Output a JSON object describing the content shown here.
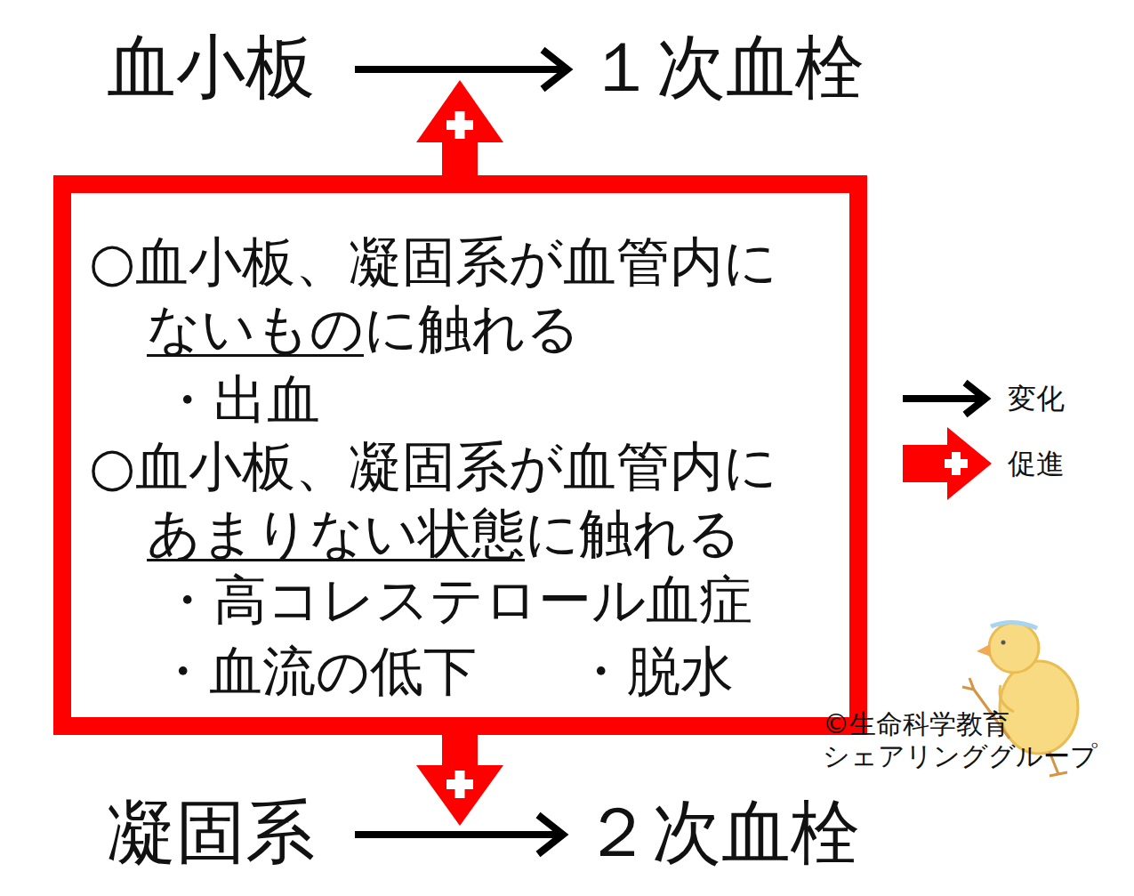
{
  "diagram": {
    "nodes": [
      {
        "text": [
          "血小板"
        ]
      },
      {
        "text": [
          "１次血栓"
        ]
      },
      {
        "text": [
          "○血小板、凝固系が血管内に",
          "ないもの",
          "に触れる",
          "・出血",
          "○血小板、凝固系が血管内に",
          "あまりない状態",
          "に触れる",
          "・高コレステロール血症",
          "・血流の低下",
          "・脱水"
        ]
      },
      {
        "text": [
          "凝固系"
        ]
      },
      {
        "text": [
          "２次血栓"
        ]
      }
    ],
    "edges": [
      {
        "from": 0,
        "to": 1,
        "arrow": "to"
      },
      {
        "from": 3,
        "to": 4,
        "arrow": "to"
      }
    ],
    "labels": [
      "©生命科学教育 シェアリンググループ"
    ],
    "legend": [
      {
        "text": "変化"
      },
      {
        "text": "促進"
      }
    ]
  }
}
